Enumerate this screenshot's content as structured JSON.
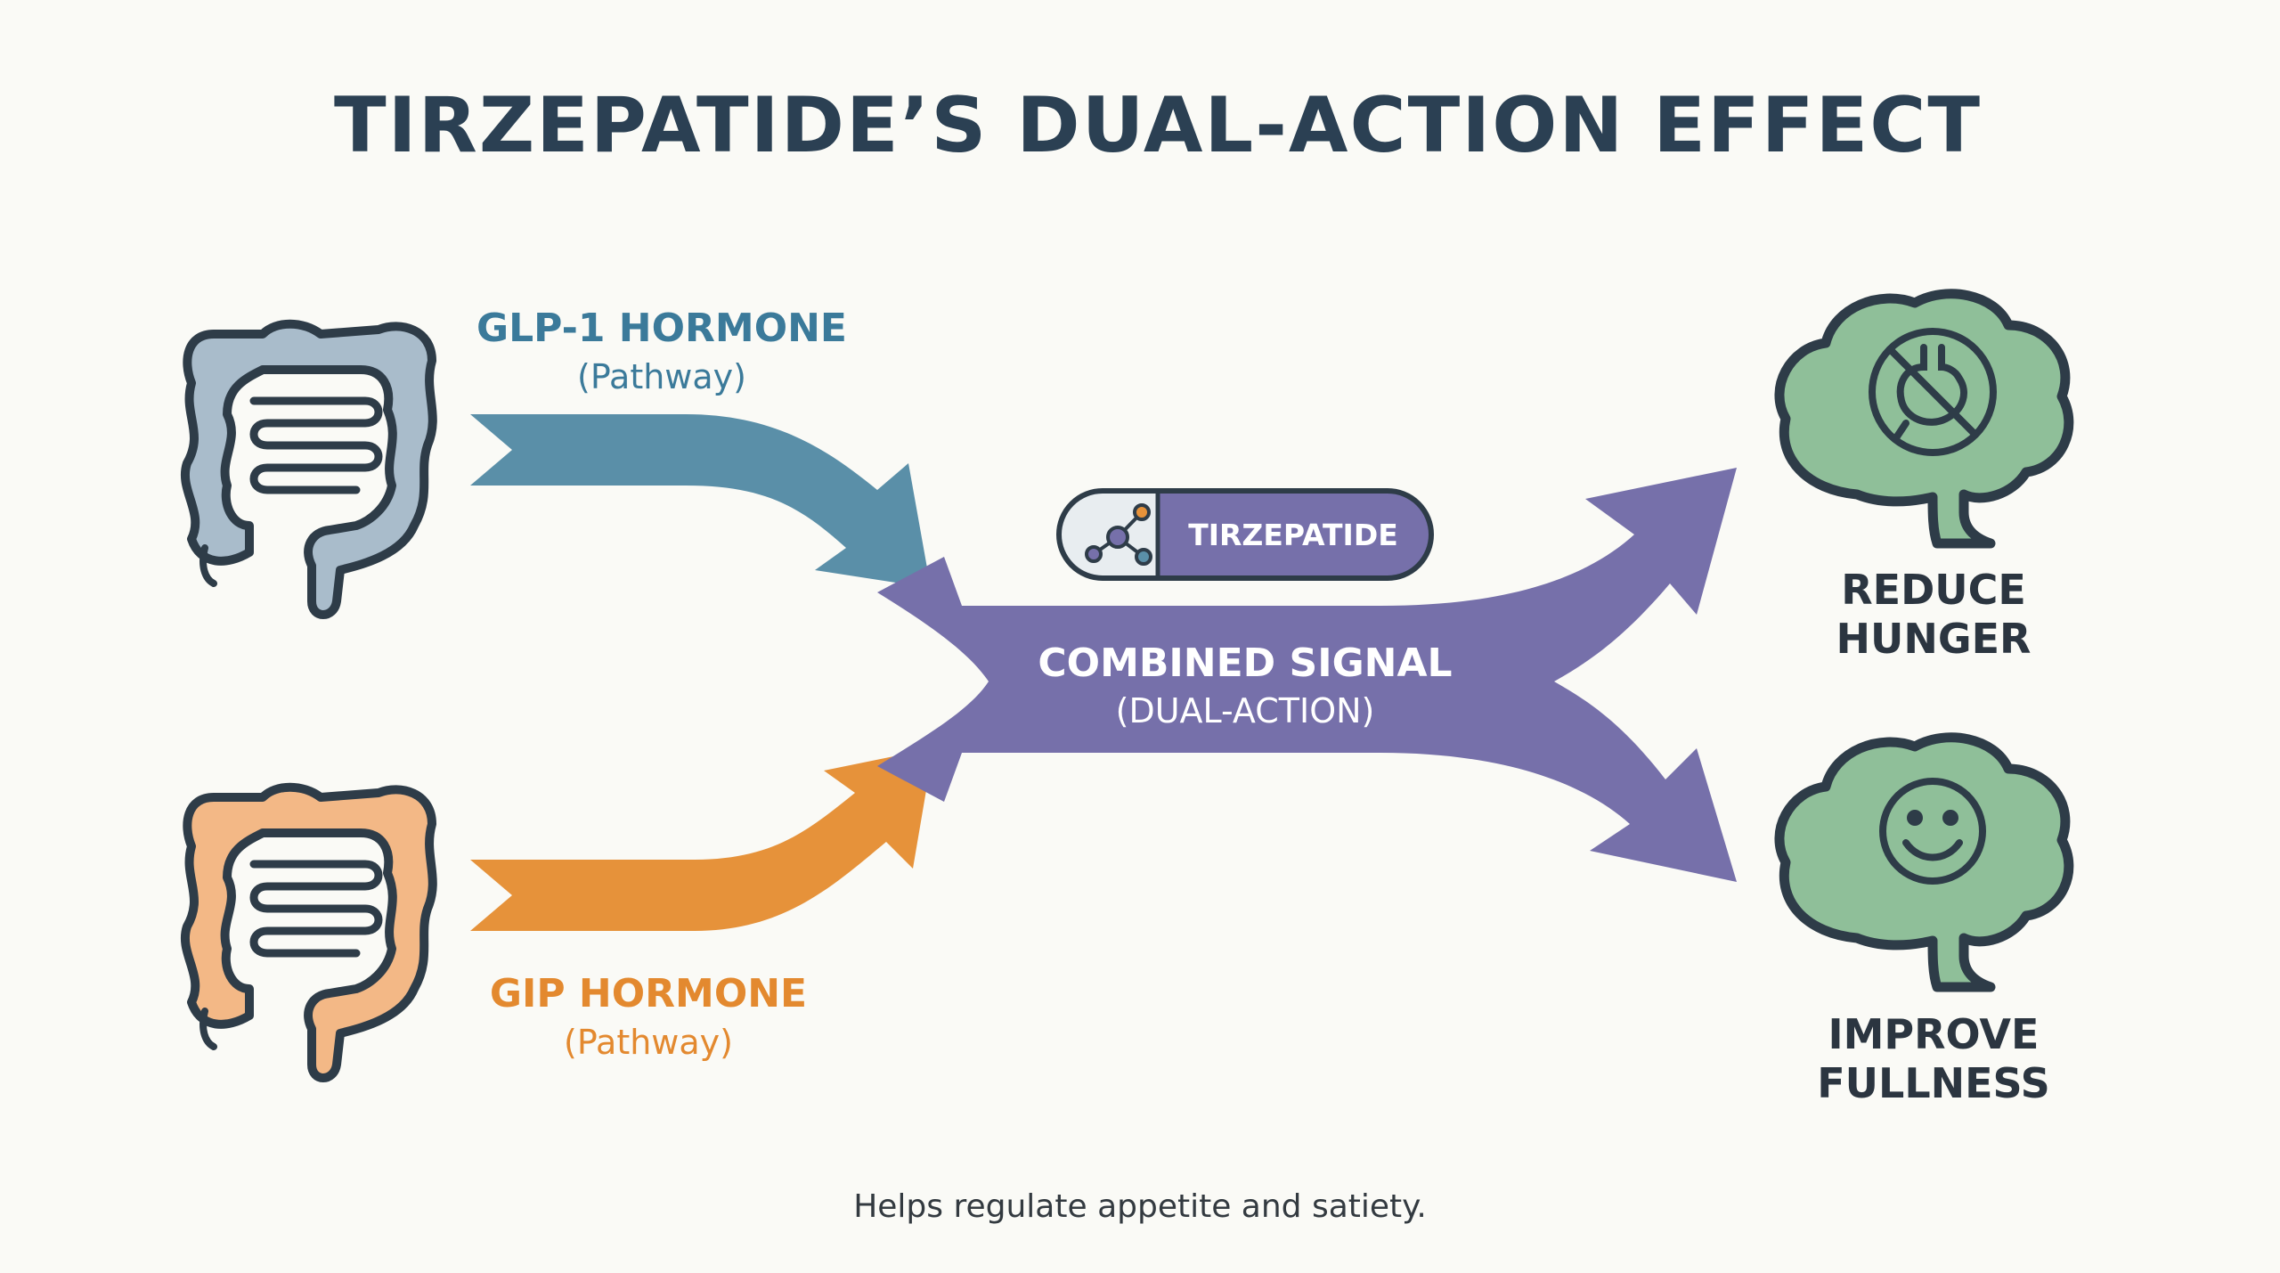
{
  "title": "TIRZEPATIDE’S DUAL-ACTION EFFECT",
  "inputs": {
    "glp1": {
      "label": "GLP-1 HORMONE",
      "sub": "(Pathway)"
    },
    "gip": {
      "label": "GIP HORMONE",
      "sub": "(Pathway)"
    }
  },
  "center": {
    "pill_label": "TIRZEPATIDE",
    "label": "COMBINED SIGNAL",
    "sub": "(DUAL-ACTION)"
  },
  "outputs": {
    "hunger": {
      "line1": "REDUCE",
      "line2": "HUNGER"
    },
    "fullness": {
      "line1": "IMPROVE",
      "line2": "FULLNESS"
    }
  },
  "caption": "Helps regulate appetite and satiety.",
  "colors": {
    "title": "#2b4053",
    "glp1": "#5a8fa8",
    "glp1_text": "#3b7a9a",
    "gip": "#e6923a",
    "gip_text": "#e3892f",
    "combined": "#7670aa",
    "brain": "#8fbf99",
    "intestine_blue": "#a9bccb",
    "intestine_orange": "#f3b886",
    "outline": "#2e3c48"
  },
  "icons": {
    "glp1": "intestine-icon",
    "gip": "intestine-icon",
    "hunger": "brain-no-stomach-icon",
    "fullness": "brain-smiley-icon",
    "pill": "molecule-icon"
  }
}
